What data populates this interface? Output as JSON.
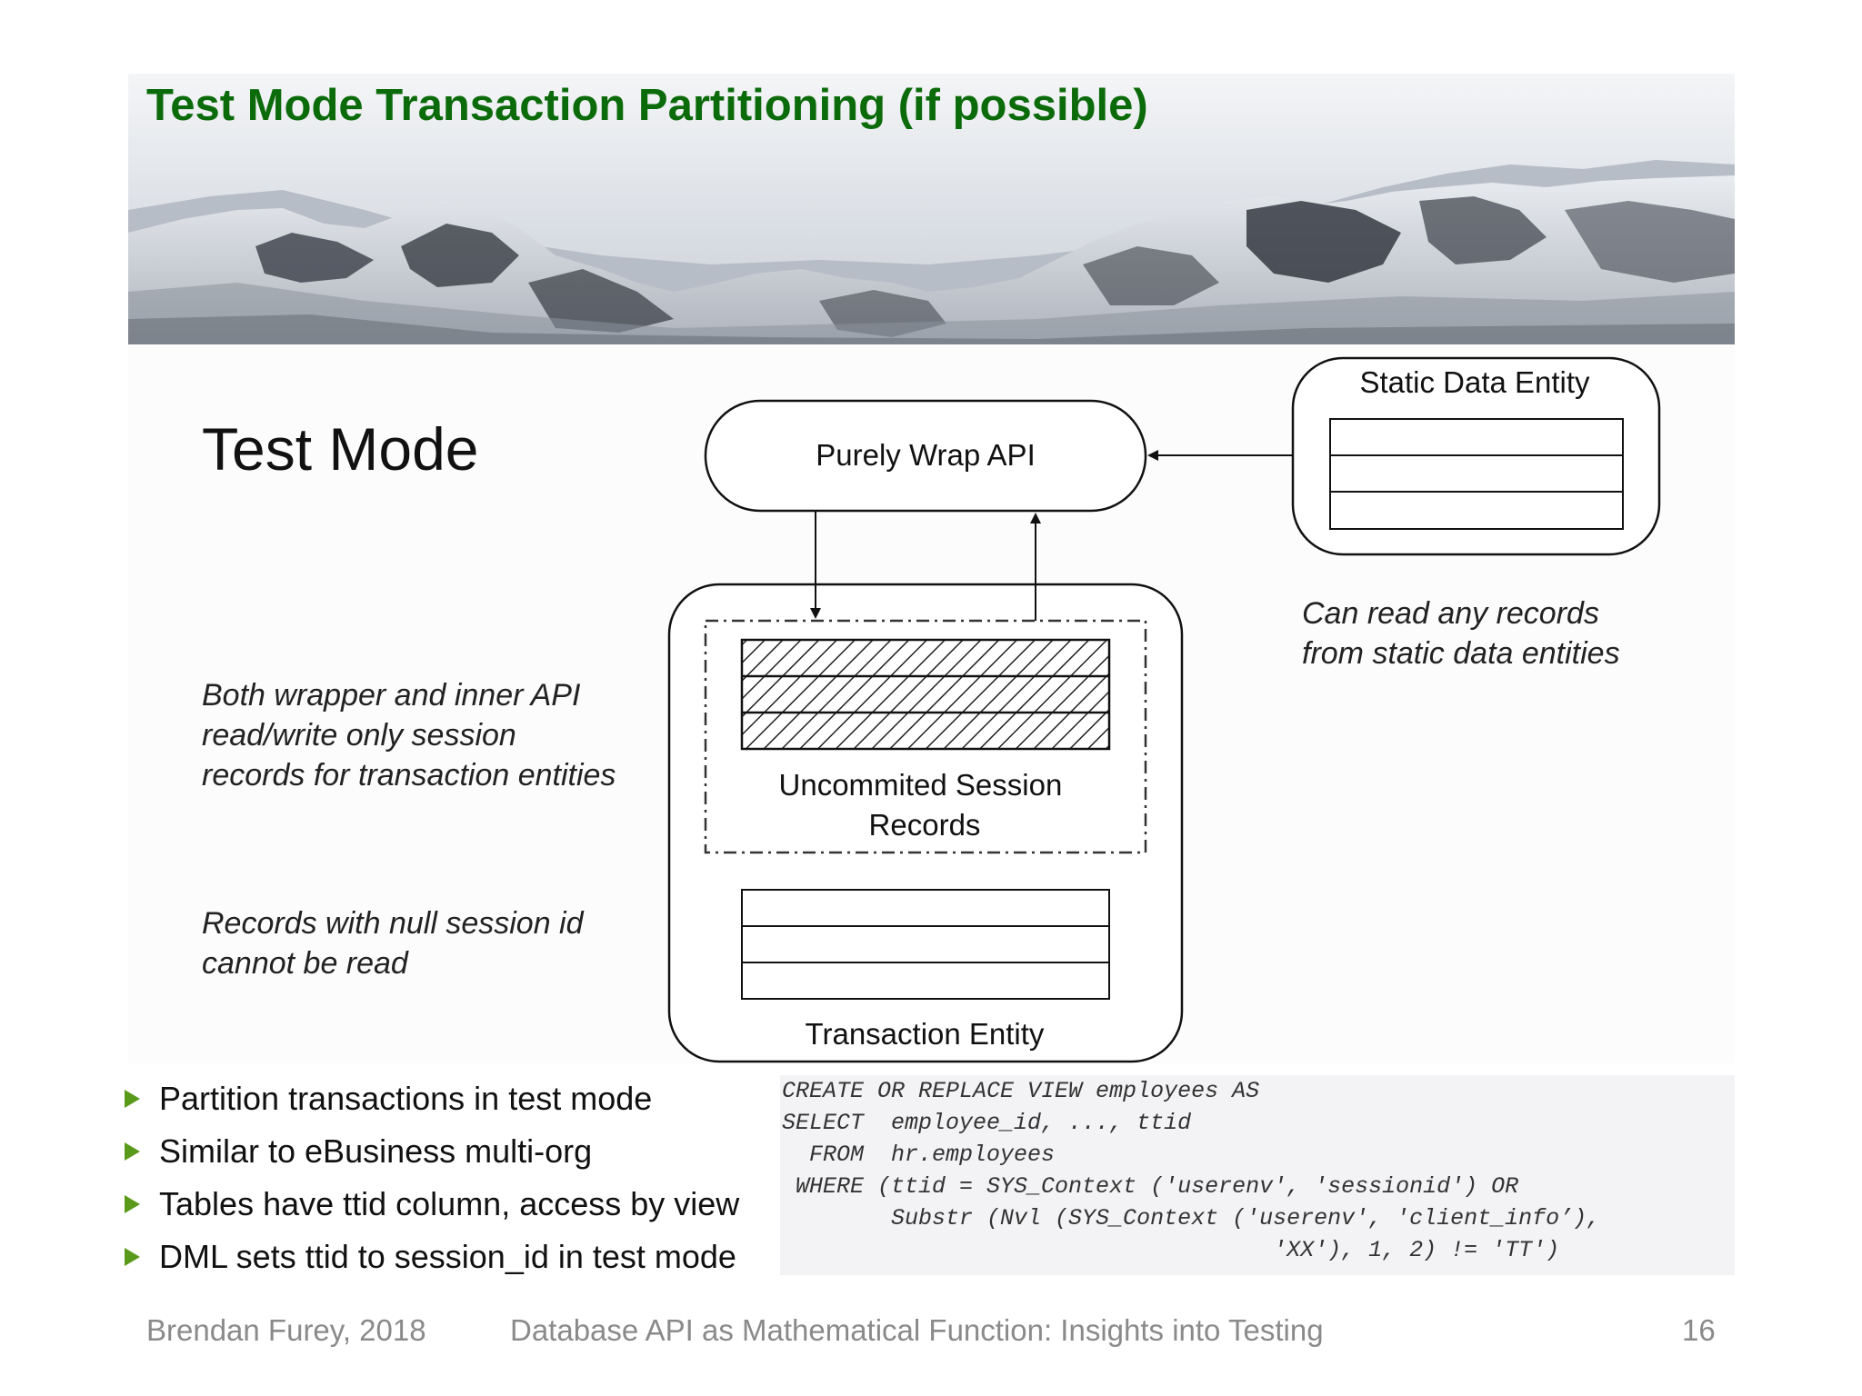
{
  "slide": {
    "title": "Test Mode Transaction Partitioning (if possible)",
    "colors": {
      "title": "#0b6b0b",
      "bullet_marker": "#5a9a1a",
      "footer_text": "#8a8a8a"
    }
  },
  "diagram": {
    "heading": "Test Mode",
    "wrap_api_label": "Purely Wrap API",
    "static_entity_label": "Static Data Entity",
    "static_note": [
      "Can read any records",
      "from static data entities"
    ],
    "session_note": [
      "Both wrapper and inner API",
      "read/write only session",
      "records for transaction entities"
    ],
    "null_note": [
      "Records with null session id",
      "cannot be read"
    ],
    "session_records_label": [
      "Uncommited Session",
      "Records"
    ],
    "transaction_entity_label": "Transaction Entity"
  },
  "bullets": [
    "Partition transactions in test mode",
    "Similar to eBusiness multi-org",
    "Tables have ttid column, access by view",
    "DML sets ttid to session_id in test mode"
  ],
  "code_lines": [
    "CREATE OR REPLACE VIEW employees AS",
    "SELECT  employee_id, ..., ttid",
    "  FROM  hr.employees",
    " WHERE (ttid = SYS_Context ('userenv', 'sessionid') OR",
    "        Substr (Nvl (SYS_Context ('userenv', 'client_info’),",
    "                                    'XX'), 1, 2) != 'TT')"
  ],
  "footer": {
    "author": "Brendan Furey, 2018",
    "talk_title": "Database API as Mathematical Function: Insights into Testing",
    "page_number": "16"
  }
}
